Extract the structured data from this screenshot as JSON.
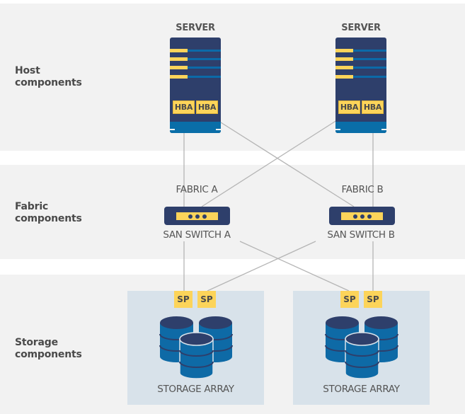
{
  "layers": [
    {
      "id": "host",
      "label_line1": "Host",
      "label_line2": "components"
    },
    {
      "id": "fabric",
      "label_line1": "Fabric",
      "label_line2": "components"
    },
    {
      "id": "storage",
      "label_line1": "Storage",
      "label_line2": "components"
    }
  ],
  "servers": [
    {
      "label": "SERVER",
      "adapters": [
        "HBA",
        "HBA"
      ]
    },
    {
      "label": "SERVER",
      "adapters": [
        "HBA",
        "HBA"
      ]
    }
  ],
  "fabrics": [
    {
      "fabric_label": "FABRIC A",
      "switch_label": "SAN SWITCH A"
    },
    {
      "fabric_label": "FABRIC B",
      "switch_label": "SAN SWITCH B"
    }
  ],
  "arrays": [
    {
      "label": "STORAGE ARRAY",
      "ports": [
        "SP",
        "SP"
      ]
    },
    {
      "label": "STORAGE ARRAY",
      "ports": [
        "SP",
        "SP"
      ]
    }
  ],
  "connections": [
    {
      "from": "server1.hba1",
      "to": "switchA"
    },
    {
      "from": "server1.hba2",
      "to": "switchB"
    },
    {
      "from": "server2.hba1",
      "to": "switchA"
    },
    {
      "from": "server2.hba2",
      "to": "switchB"
    },
    {
      "from": "switchA",
      "to": "array1.sp1"
    },
    {
      "from": "switchA",
      "to": "array2.sp1"
    },
    {
      "from": "switchB",
      "to": "array1.sp2"
    },
    {
      "from": "switchB",
      "to": "array2.sp2"
    }
  ],
  "colors": {
    "band": "#f2f2f2",
    "navy": "#2e3f6b",
    "blue": "#0a6ea8",
    "yellow": "#fcd45a",
    "array_bg": "#d8e2ea",
    "line": "#b5b5b5",
    "text": "#4a4a4a"
  }
}
